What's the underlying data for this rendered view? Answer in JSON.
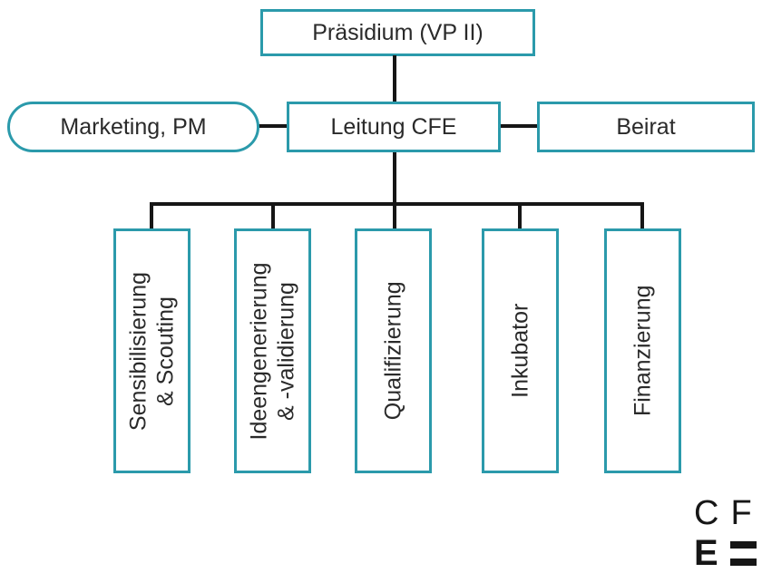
{
  "diagram": {
    "type": "org-chart",
    "nodes": {
      "praesidium": {
        "label": "Präsidium (VP II)"
      },
      "marketing": {
        "label": "Marketing, PM"
      },
      "leitung": {
        "label": "Leitung CFE"
      },
      "beirat": {
        "label": "Beirat"
      },
      "units": [
        {
          "label": "Sensibilisierung\n& Scouting"
        },
        {
          "label": "Ideengenerierung\n& -validierung"
        },
        {
          "label": "Qualifizierung"
        },
        {
          "label": "Inkubator"
        },
        {
          "label": "Finanzierung"
        }
      ]
    },
    "edges": [
      "praesidium-leitung",
      "marketing-leitung",
      "leitung-beirat",
      "leitung-units-bus"
    ],
    "colors": {
      "node_border": "#2b9aab",
      "connector": "#161616",
      "text": "#2a2a2a",
      "background": "#ffffff"
    }
  },
  "logo": {
    "letter_c": "C",
    "letter_f": "F",
    "letter_e": "E",
    "bars_icon": "double-bar-icon"
  }
}
